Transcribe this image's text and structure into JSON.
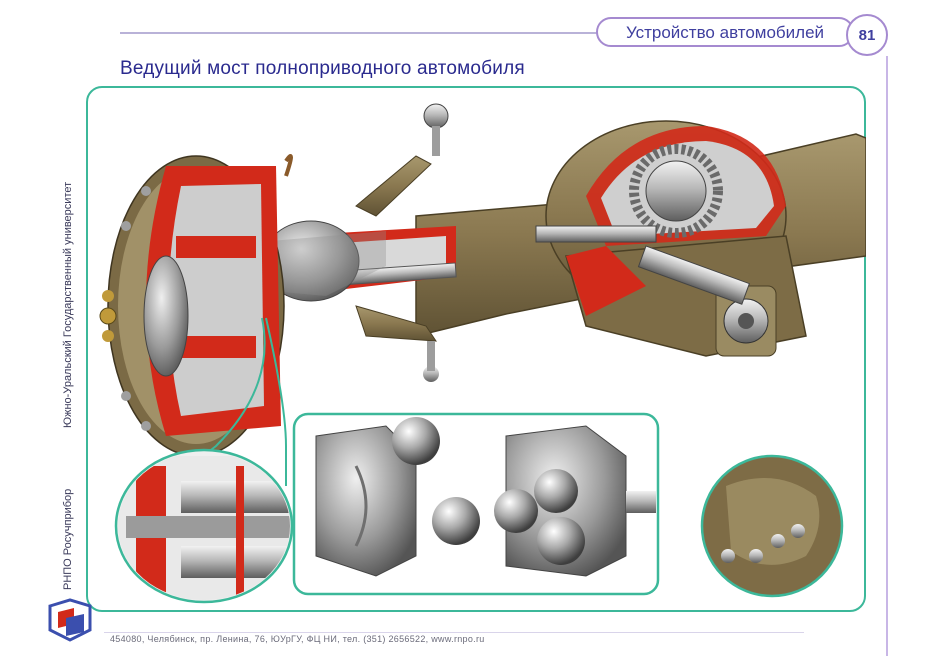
{
  "header": {
    "section_title": "Устройство автомобилей",
    "page_number": "81"
  },
  "title": "Ведущий мост полноприводного автомобиля",
  "sidebar": {
    "publisher_text": "РНПО Росучприбор",
    "university_text": "Южно-Уральский Государственный университет"
  },
  "footer": {
    "address": "454080, Челябинск, пр. Ленина, 76, ЮУрГУ, ФЦ НИ, тел. (351) 2656522, www.rnpo.ru"
  },
  "colors": {
    "frame_accent": "#3cb89a",
    "cutaway_red": "#d22a1a",
    "casing_olive": "#8c7a52",
    "title_blue": "#2a2a8e",
    "header_purple": "#a58ad0"
  }
}
